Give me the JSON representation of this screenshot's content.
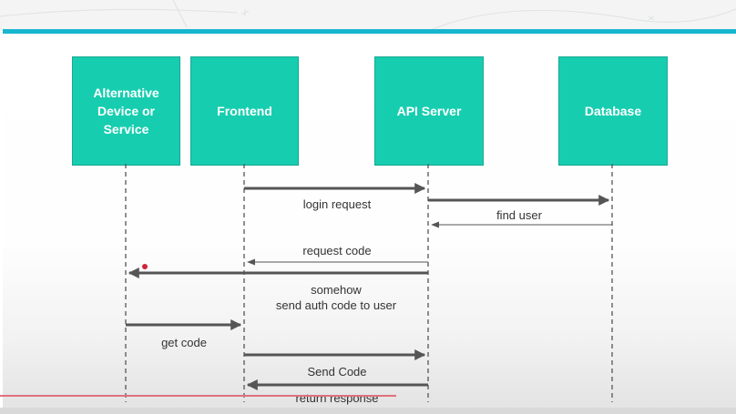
{
  "actors": [
    {
      "id": "alt",
      "label": "Alternative\nDevice or\nService"
    },
    {
      "id": "frontend",
      "label": "Frontend"
    },
    {
      "id": "api",
      "label": "API Server"
    },
    {
      "id": "db",
      "label": "Database"
    }
  ],
  "messages": [
    {
      "id": "login",
      "label": "login request",
      "from": "frontend",
      "to": "api",
      "style": "solid"
    },
    {
      "id": "find",
      "label": "find user",
      "from": "api",
      "to": "db",
      "style": "solid"
    },
    {
      "id": "find-return",
      "label": "",
      "from": "db",
      "to": "api",
      "style": "thin"
    },
    {
      "id": "reqcode",
      "label": "request code",
      "from": "api",
      "to": "frontend",
      "style": "thin"
    },
    {
      "id": "somehow",
      "label": "somehow\nsend auth code to user",
      "from": "api",
      "to": "alt",
      "style": "solid"
    },
    {
      "id": "getcode",
      "label": "get code",
      "from": "alt",
      "to": "frontend",
      "style": "solid"
    },
    {
      "id": "sendcode",
      "label": "Send Code",
      "from": "frontend",
      "to": "api",
      "style": "solid"
    },
    {
      "id": "return",
      "label": "return response",
      "from": "api",
      "to": "frontend",
      "style": "solid"
    }
  ],
  "colors": {
    "actor_fill": "#17cdb0",
    "accent": "#19b6cf",
    "arrow": "#555555",
    "cursor_dot": "#d0243a"
  }
}
